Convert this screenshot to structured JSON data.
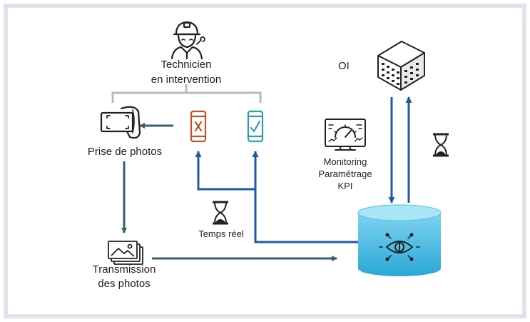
{
  "labels": {
    "technician_line1": "Technicien",
    "technician_line2": "en intervention",
    "photo_capture": "Prise de photos",
    "transmission_line1": "Transmission",
    "transmission_line2": "des photos",
    "realtime": "Temps réel",
    "oi": "OI",
    "monitoring_line1": "Monitoring",
    "monitoring_line2": "Paramétrage",
    "monitoring_line3": "KPI"
  },
  "icons": {
    "technician": "technician-icon",
    "hand_camera": "hand-camera-icon",
    "phone_fail": "phone-x-icon",
    "phone_ok": "phone-check-icon",
    "photos": "photos-stack-icon",
    "hourglass": "hourglass-icon",
    "building": "building-icon",
    "dashboard": "dashboard-icon",
    "database": "database-ai-icon"
  },
  "colors": {
    "frame": "#dfe4ea",
    "flow_teal": "#355f6e",
    "flow_blue": "#1f5aa6",
    "phone_fail": "#c8502a",
    "phone_ok": "#2f9bb3",
    "db_light": "#8fdcf3",
    "db_dark": "#29a9d6",
    "bracket": "#b9b9b9"
  }
}
